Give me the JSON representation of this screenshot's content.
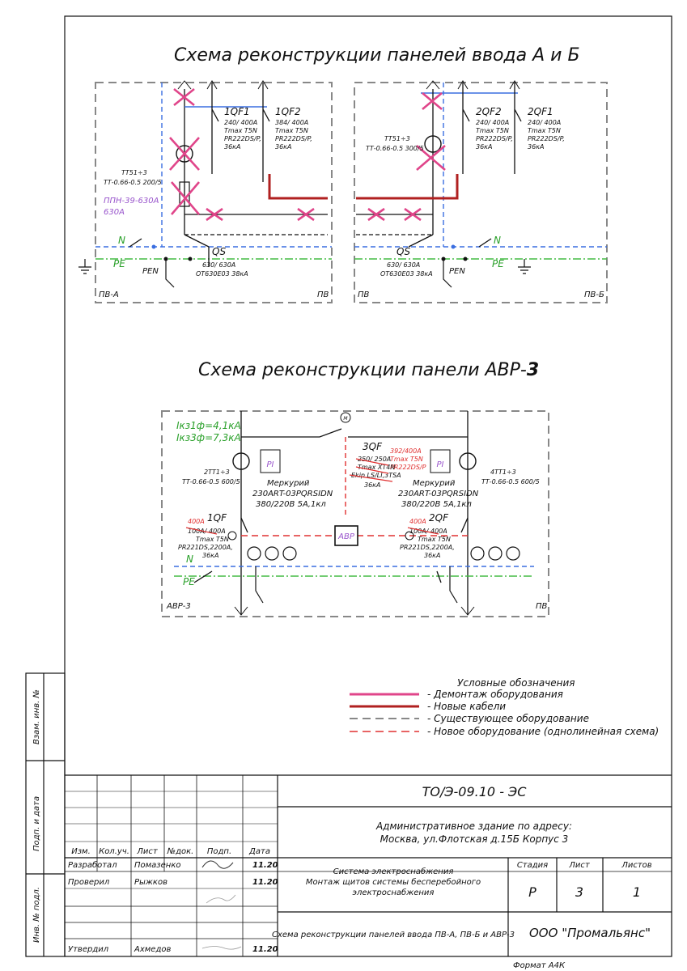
{
  "titles": {
    "panels_ab": "Схема реконструкции панелей ввода А и Б",
    "panel_avr_prefix": "Схема реконструкции панели АВР-",
    "panel_avr_num": "3"
  },
  "panel_a": {
    "corner_left": "ПВ-А",
    "corner_right": "ПВ",
    "qf1": {
      "name": "1QF1",
      "l1": "240/ 400А",
      "l2": "Tmax T5N",
      "l3": "PR222DS/P,",
      "l4": "36кА"
    },
    "qf2": {
      "name": "1QF2",
      "l1": "384/ 400А",
      "l2": "Tmax T5N",
      "l3": "PR222DS/P,",
      "l4": "36кА"
    },
    "tt": {
      "l1": "ТТ51÷3",
      "l2": "ТТ-0.66-0.5 200/5"
    },
    "fuse": {
      "l1": "ППН-39-630А",
      "l2": "630А"
    },
    "qs": {
      "name": "QS",
      "l1": "630/ 630А",
      "l2": "ОТ630Е03 38кА"
    },
    "n": "N",
    "pe": "PE",
    "pen": "PEN"
  },
  "panel_b": {
    "corner_left": "ПВ",
    "corner_right": "ПВ-Б",
    "qf2": {
      "name": "2QF2",
      "l1": "240/ 400А",
      "l2": "Tmax T5N",
      "l3": "PR222DS/P,",
      "l4": "36кА"
    },
    "qf1": {
      "name": "2QF1",
      "l1": "240/ 400А",
      "l2": "Tmax T5N",
      "l3": "PR222DS/P,",
      "l4": "36кА"
    },
    "tt": {
      "l1": "ТТ51÷3",
      "l2": "ТТ-0.66-0.5 300/5"
    },
    "qs": {
      "name": "QS",
      "l1": "630/ 630А",
      "l2": "ОТ630Е03 38кА"
    },
    "n": "N",
    "pe": "PE",
    "pen": "PEN"
  },
  "avr": {
    "ik1": "Iкз1ф=4,1кА",
    "ik3": "Iкз3ф=7,3кА",
    "tt_left": {
      "l1": "2ТТ1÷3",
      "l2": "ТТ-0.66-0.5 600/5"
    },
    "tt_right": {
      "l1": "4ТТ1÷3",
      "l2": "ТТ-0.66-0.5 600/5"
    },
    "meter_left": {
      "l1": "Меркурий",
      "l2": "230ART-03PQRSIDN",
      "l3": "380/220В 5А,1кл"
    },
    "meter_right": {
      "l1": "Меркурий",
      "l2": "230ART-03PQRSIDN",
      "l3": "380/220В 5А,1кл"
    },
    "pi": "PI",
    "m": "M",
    "qf3": {
      "name": "3QF",
      "new1": "392/400А",
      "new2": "Tmax T5N",
      "new3": "PR222DS/P",
      "old1": "250/ 250А",
      "old2": "Tmax XT4N",
      "old3": "Ekip LS/LI,3TSA",
      "old4": "36кА"
    },
    "qf1": {
      "name": "1QF",
      "new": "400А",
      "old": "100А/ 400А",
      "l2": "Tmax T5N",
      "l3": "PR221DS,2200А,",
      "l4": "36кА"
    },
    "qf2": {
      "name": "2QF",
      "new": "400А",
      "old": "100А/ 400А",
      "l2": "Tmax T5N",
      "l3": "PR221DS,2200А,",
      "l4": "36кА"
    },
    "avr_box": "АВР",
    "n": "N",
    "pe": "PE",
    "corner_left": "АВР-3",
    "corner_right": "ПВ"
  },
  "legend": {
    "title": "Условные обозначения",
    "items": [
      {
        "label": "- Демонтаж оборудования",
        "color": "#e0458a",
        "style": "solid"
      },
      {
        "label": "- Новые кабели",
        "color": "#b02020",
        "style": "solid"
      },
      {
        "label": "- Существующее оборудование",
        "color": "#888888",
        "style": "dashed"
      },
      {
        "label": "- Новое оборудование (однолинейная схема)",
        "color": "#e03030",
        "style": "dashed"
      }
    ]
  },
  "side_labels": {
    "vzam": "Взам. инв. №",
    "podp_data": "Подп. и дата",
    "inv": "Инв. № подл."
  },
  "stamp": {
    "code": "ТО/Э-09.10 - ЭС",
    "address1": "Административное здание по адресу:",
    "address2": "Москва, ул.Флотская д.15Б Корпус 3",
    "headers": {
      "izm": "Изм.",
      "kol": "Кол.уч.",
      "list": "Лист",
      "ndok": "№док.",
      "podp": "Подп.",
      "data": "Дата"
    },
    "rows": [
      {
        "role": "Разработал",
        "name": "Помазенко",
        "date": "11.20"
      },
      {
        "role": "Проверил",
        "name": "Рыжков",
        "date": "11.20"
      },
      {
        "role": "Утвердил",
        "name": "Ахмедов",
        "date": "11.20"
      }
    ],
    "system1": "Система электроснабжения",
    "system2": "Монтаж щитов системы бесперебойного",
    "system3": "электроснабжения",
    "sheet_title": "Схема реконструкции панелей ввода ПВ-А, ПВ-Б и АВР-3",
    "stage_h": "Стадия",
    "list_h": "Лист",
    "lists_h": "Листов",
    "stage": "Р",
    "list": "3",
    "lists": "1",
    "company": "ООО \"Промальянс\"",
    "format": "Формат А4К"
  }
}
